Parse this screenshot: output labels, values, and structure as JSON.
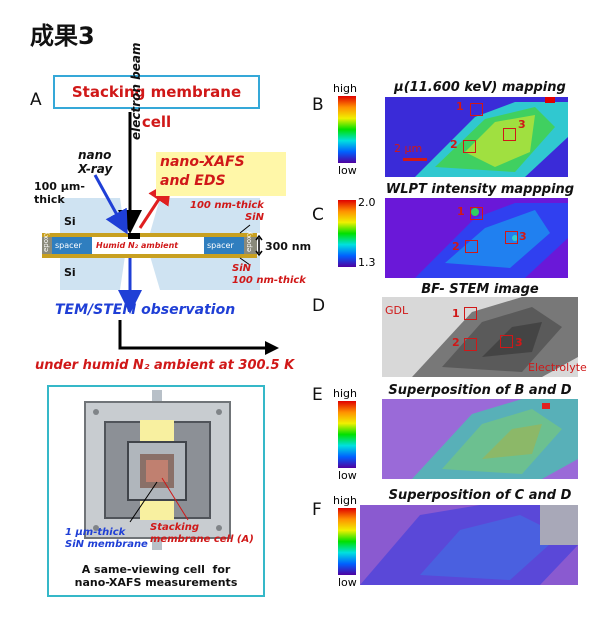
{
  "title": "成果3",
  "panel_a": {
    "letter": "A",
    "box_title": "Stacking membrane cell",
    "electron_beam": "electron beam",
    "nano_xray": "nano\nX-ray",
    "nano_xafs": "nano-XAFS\nand EDS",
    "si_thick": "100 μm-\nthick",
    "si_label": "Si",
    "sin_top": "100 nm-thick\nSiN",
    "sin_bottom": "SiN\n100 nm-thick",
    "epoxy": "epoxy",
    "spacer": "spacer",
    "humid": "Humid N₂ ambient",
    "thickness": "300 nm",
    "tem": "TEM/STEM observation",
    "humid_ambient": "under humid N₂ ambient at 300.5 K",
    "sin_membrane": "1 μm-thick\nSiN membrane",
    "stacking_cell": "Stacking\nmembrane cell (A)",
    "cell_caption": "A same-viewing cell  for\nnano-XAFS measurements"
  },
  "panel_b": {
    "letter": "B",
    "title": "μ(11.600 keV) mapping",
    "high": "high",
    "low": "low",
    "scale": "2 μm",
    "markers": [
      "1",
      "2",
      "3"
    ]
  },
  "panel_c": {
    "letter": "C",
    "title": "WLPT intensity mappping",
    "max": "2.0",
    "min": "1.3",
    "markers": [
      "1",
      "2",
      "3"
    ]
  },
  "panel_d": {
    "letter": "D",
    "title": "BF- STEM image",
    "gdl": "GDL",
    "electrolyte": "Electrolyte",
    "markers": [
      "1",
      "2",
      "3"
    ]
  },
  "panel_e": {
    "letter": "E",
    "title": "Superposition of B and D",
    "high": "high",
    "low": "low"
  },
  "panel_f": {
    "letter": "F",
    "title": "Superposition of C and D",
    "high": "high",
    "low": "low"
  },
  "colors": {
    "red": "#d01818",
    "blue": "#1f3fd6",
    "cyan_border": "#35a8d8",
    "yellow_fill": "#fff7a8"
  }
}
